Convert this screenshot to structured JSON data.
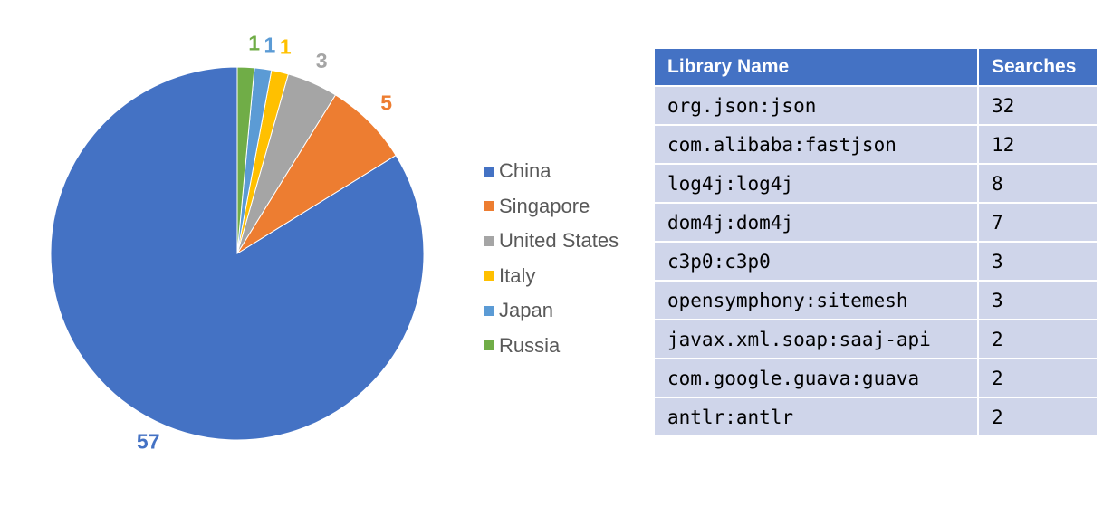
{
  "chart_data": [
    {
      "type": "pie",
      "categories": [
        "China",
        "Singapore",
        "United States",
        "Italy",
        "Japan",
        "Russia"
      ],
      "values": [
        57,
        5,
        3,
        1,
        1,
        1
      ],
      "colors": [
        "#4472c4",
        "#ed7d31",
        "#a5a5a5",
        "#ffc000",
        "#5b9bd5",
        "#70ad47"
      ],
      "data_labels": [
        "57",
        "5",
        "3",
        "1",
        "1",
        "1"
      ],
      "legend": "right"
    },
    {
      "type": "table",
      "columns": [
        "Library Name",
        "Searches"
      ],
      "rows": [
        [
          "org.json:json",
          "32"
        ],
        [
          "com.alibaba:fastjson",
          "12"
        ],
        [
          "log4j:log4j",
          "8"
        ],
        [
          "dom4j:dom4j",
          "7"
        ],
        [
          "c3p0:c3p0",
          "3"
        ],
        [
          "opensymphony:sitemesh",
          "3"
        ],
        [
          "javax.xml.soap:saaj-api",
          "2"
        ],
        [
          "com.google.guava:guava",
          "2"
        ],
        [
          "antlr:antlr",
          "2"
        ]
      ]
    }
  ]
}
